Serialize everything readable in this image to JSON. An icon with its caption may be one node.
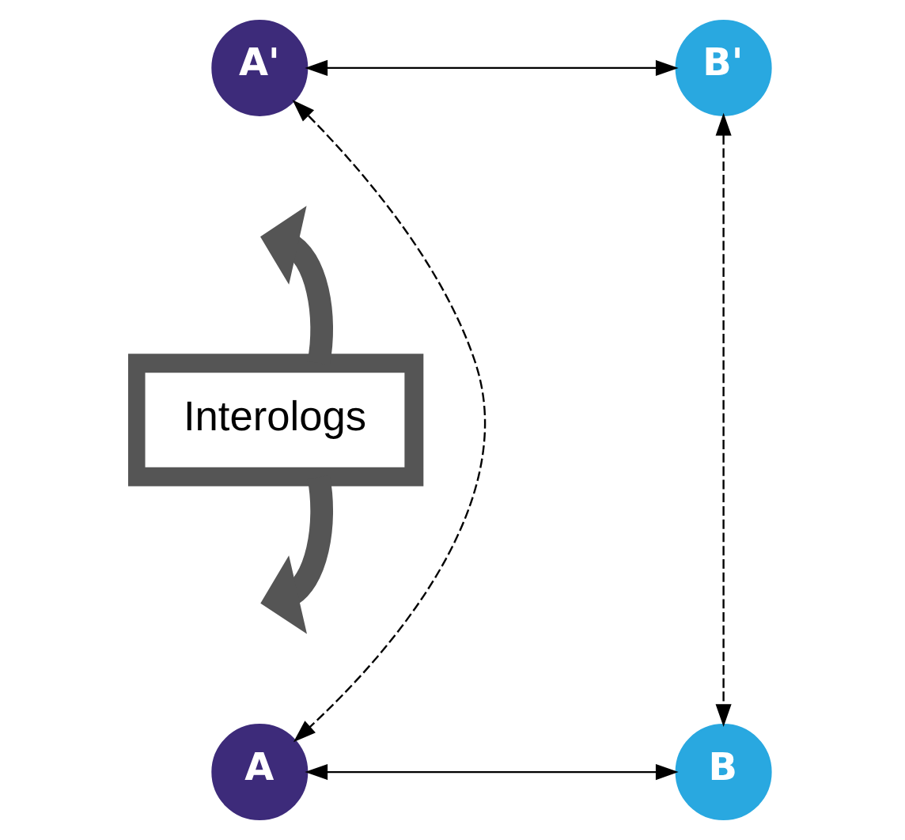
{
  "diagram": {
    "nodes": [
      {
        "text": [
          "A'"
        ]
      },
      {
        "text": [
          "B'"
        ]
      },
      {
        "text": [
          "Interologs"
        ]
      },
      {
        "text": [
          "A"
        ]
      },
      {
        "text": [
          "B"
        ]
      }
    ],
    "edges": [
      {
        "from": 0,
        "to": 1,
        "arrow": "both"
      },
      {
        "from": 0,
        "to": 3,
        "arrow": "both",
        "style": "dashed"
      },
      {
        "from": 1,
        "to": 4,
        "arrow": "both",
        "style": "dashed"
      },
      {
        "from": 2,
        "to": null,
        "arrow": "to",
        "style": "thick",
        "color": "#555555"
      },
      {
        "from": 2,
        "to": null,
        "arrow": "to",
        "style": "thick",
        "color": "#555555"
      },
      {
        "from": 3,
        "to": 4,
        "arrow": "both"
      }
    ]
  }
}
